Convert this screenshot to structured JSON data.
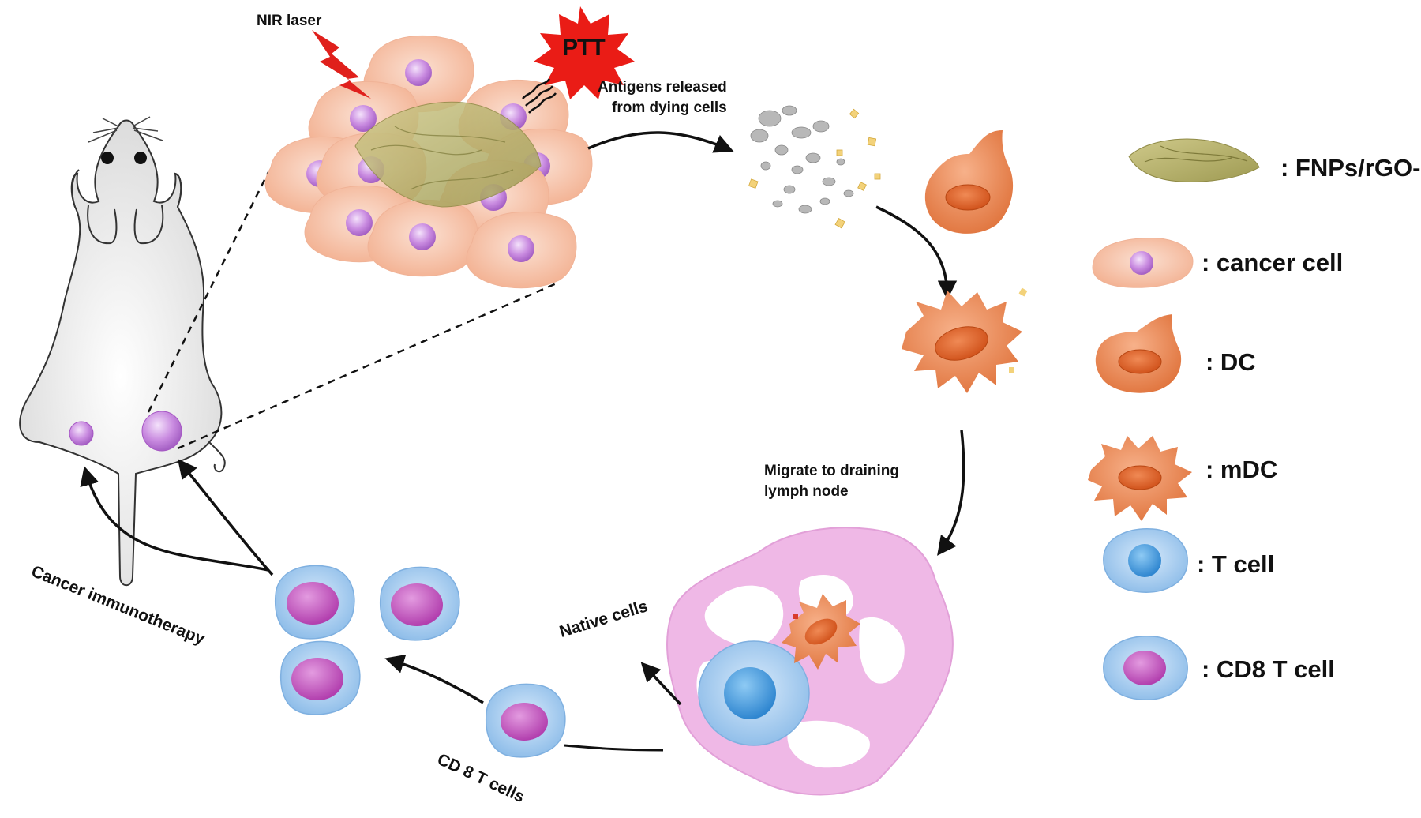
{
  "labels": {
    "nir_laser": "NIR laser",
    "ptt": "PTT",
    "antigens_line1": "Antigens released",
    "antigens_line2": "from dying cells",
    "migrate_line1": "Migrate to draining",
    "migrate_line2": "lymph node",
    "native_cells": "Native cells",
    "cd8_t_cells": "CD 8 T cells",
    "cancer_immunotherapy": "Cancer immunotherapy"
  },
  "legend": [
    {
      "icon": "fnps-rgo-peg-sheet-icon",
      "label": ": FNPs/rGO-PEG"
    },
    {
      "icon": "cancer-cell-icon",
      "label": ": cancer cell"
    },
    {
      "icon": "dendritic-cell-icon",
      "label": ": DC"
    },
    {
      "icon": "mature-dendritic-cell-icon",
      "label": ": mDC"
    },
    {
      "icon": "t-cell-icon",
      "label": ": T cell"
    },
    {
      "icon": "cd8-t-cell-icon",
      "label": ": CD8 T cell"
    }
  ],
  "colors": {
    "cancer_cell": "#f6c2a8",
    "nucleus_purple": "#c98be0",
    "dc_orange": "#e8844f",
    "t_cell_blue": "#9cc6ec",
    "cd8_nucleus": "#c24fb8",
    "lymph_node": "#ecaee0",
    "graphene": "#b9b36a"
  }
}
